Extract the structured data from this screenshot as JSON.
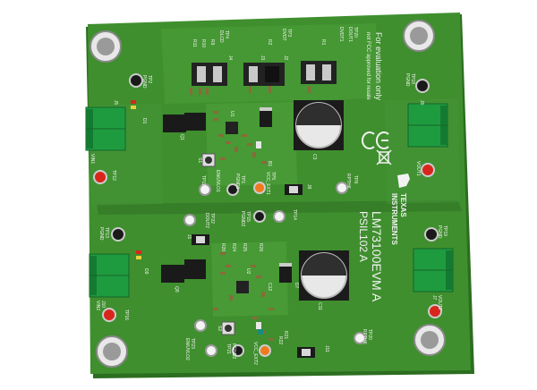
{
  "board": {
    "name": "LM73100EVM A",
    "part_number": "PSIL102 A",
    "evaluation_note_line1": "For evaluation only",
    "evaluation_note_line2": "not FCC approved for resale",
    "logo_word1": "TEXAS",
    "logo_word2": "INSTRUMENTS",
    "colors": {
      "board": "#3f8f2e",
      "board_edge": "#2c6e20",
      "silk": "#f2f2f2",
      "header_green": "#1f9b3f",
      "testpoint_red": "#d8261c",
      "testpoint_orange": "#f07a1e",
      "testpoint_white": "#f4f4f4",
      "testpoint_black": "#1a1a1a",
      "mount_hole": "#cfcfcf"
    }
  },
  "labels": {
    "u1": "U1",
    "u2": "U2",
    "j1": "J1",
    "j2": "J2",
    "j3": "J3",
    "j4": "J4",
    "j5": "J5",
    "j6": "J6",
    "j7": "J7",
    "j8": "J8",
    "j10": "J10",
    "j11": "J11",
    "c3": "C3",
    "c11": "C11",
    "c12": "C12",
    "d1": "D1",
    "d7": "D7",
    "d9": "D9",
    "q1": "Q1",
    "q8": "Q8",
    "s1": "S1",
    "s2": "S2",
    "r1": "R1",
    "r2": "R2",
    "r9": "R9",
    "r10": "R10",
    "r11": "R11",
    "r20": "R20",
    "r21": "R21",
    "r22": "R22",
    "r24": "R24",
    "r25": "R25",
    "r26": "R26",
    "b1": "B1",
    "tp1": "TP1",
    "tp2": "TP2",
    "tp3": "TP3",
    "tp4": "TP4",
    "tp5": "TP5",
    "tp8": "TP8",
    "tp11": "TP11",
    "tp12": "TP12",
    "tp13": "TP13",
    "tp14": "TP14",
    "tp15": "TP15",
    "tp16": "TP16",
    "tp18": "TP18",
    "tp19": "TP19",
    "tp20": "TP20",
    "tp21": "TP21",
    "tp22": "TP22",
    "tp23": "TP23",
    "vin1": "VIN1",
    "vin2": "VIN2",
    "vout1": "VOUT1",
    "vout2": "VOUT2",
    "pgnd": "PGND",
    "dvdt": "DVDT",
    "dvdt1": "DVDT1",
    "dlcd": "DLCD",
    "envuvl1": "EN/UVLO1",
    "envuvl2": "EN/UVLO2",
    "vcc_ext1": "VCC_EXT1",
    "vcc_ext2": "VCC_EXT2",
    "pgnd1": "PGND1",
    "pgnd2": "PGND2",
    "rpthk": "RPTHK",
    "dout1": "DOUT1",
    "dout2": "DOUT2"
  }
}
